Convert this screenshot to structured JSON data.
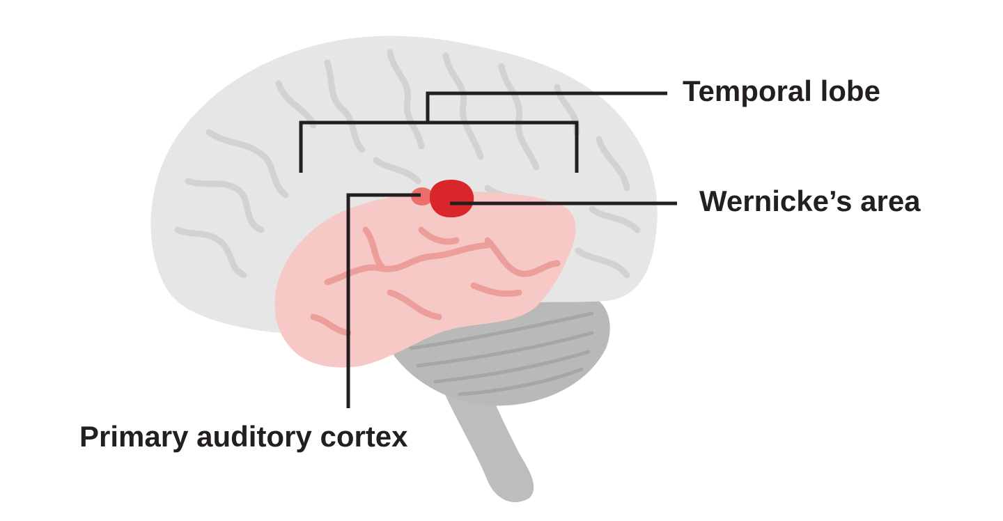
{
  "labels": {
    "temporal_lobe": "Temporal lobe",
    "wernickes_area": "Wernicke’s area",
    "primary_auditory_cortex": "Primary auditory cortex"
  },
  "colors": {
    "brain": "#e6e6e6",
    "brain_sulci": "#d2d2d2",
    "temporal_lobe": "#f6c9c7",
    "temporal_sulci": "#ec9f9a",
    "wernickes_area": "#d8262b",
    "primary_auditory_cortex": "#ec6e6a",
    "cerebellum": "#b9b9b9",
    "brainstem": "#bdbdbd",
    "leader_lines": "#231f20"
  }
}
